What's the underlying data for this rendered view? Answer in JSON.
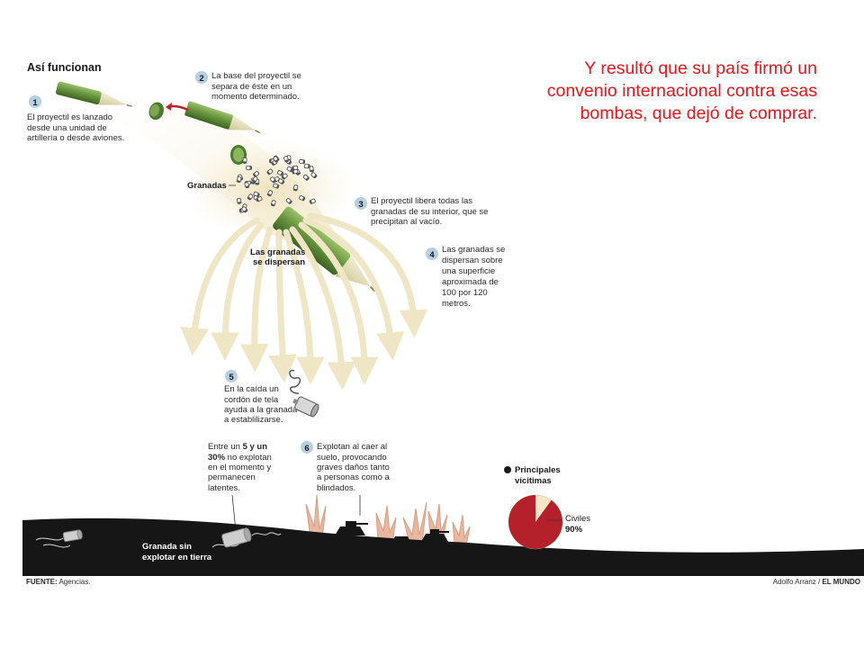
{
  "caption": {
    "lines": [
      "Y resultó que su país firmó un",
      "convenio internacional contra esas",
      "bombas, que dejó de comprar."
    ]
  },
  "infographic": {
    "title": "Así funcionan",
    "steps": [
      {
        "num": "1",
        "lines": [
          "El proyectil es lanzado",
          "desde una unidad de",
          "artillería o desde aviones."
        ]
      },
      {
        "num": "2",
        "lines": [
          "La base del proyectil se",
          "separa de éste en un",
          "momento determinado."
        ]
      },
      {
        "num": "3",
        "lines": [
          "El proyectil libera todas las",
          "granadas de su interior, que se",
          "precipitan al vacío."
        ]
      },
      {
        "num": "4",
        "lines": [
          "Las granadas se",
          "dispersan sobre",
          "una superficie",
          "aproximada de",
          "100 por 120",
          "metros."
        ]
      },
      {
        "num": "5",
        "lines": [
          "En la caída un",
          "cordón de tela",
          "ayuda a la granada",
          "a establilizarse."
        ]
      },
      {
        "num": "6",
        "lines": [
          "Explotan al caer al",
          "suelo, provocando",
          "graves daños tanto",
          "a personas como a",
          "blindados."
        ]
      }
    ],
    "label_granadas": "Granadas",
    "label_dispersan": [
      "Las granadas",
      "se dispersan"
    ],
    "latent": {
      "l1_pre": "Entre un ",
      "l1_bold": "5 y un",
      "l2_bold": "30%",
      "l2_post": " no explotan",
      "rest": [
        "en el momento y",
        "permanecen",
        "latentes."
      ]
    },
    "ground_label": [
      "Granada sin",
      "explotar en tierra"
    ],
    "pie": {
      "title": [
        "Principales",
        "vícitimas"
      ],
      "label": "Civiles",
      "value_text": "90%",
      "value": 0.9,
      "color_main": "#b5212a",
      "color_rest": "#f3e7c8"
    },
    "footer": {
      "source_bold": "FUENTE:",
      "source_text": " Agencias.",
      "credit_name": "Adolfo Arranz",
      "credit_sep": " / ",
      "credit_bold": "EL MUNDO"
    },
    "colors": {
      "shell": "#5e8a3a",
      "cream": "#efe6c6",
      "ground": "#161616",
      "badge": "#b7cfe0",
      "arrow": "#c0202a"
    }
  }
}
